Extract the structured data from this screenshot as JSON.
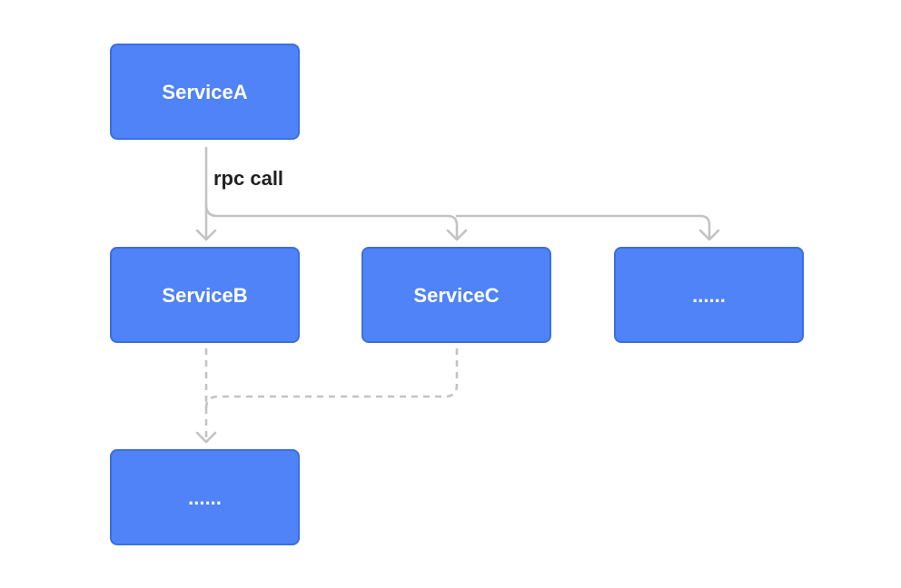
{
  "nodes": {
    "service_a": "ServiceA",
    "service_b": "ServiceB",
    "service_c": "ServiceC",
    "more_right": "......",
    "more_bottom": "......"
  },
  "edges": {
    "rpc_label": "rpc call"
  },
  "colors": {
    "node_fill": "#4f83f7",
    "node_border": "#3b6fe0",
    "connector": "#c3c3c3",
    "label_text": "#222222"
  }
}
